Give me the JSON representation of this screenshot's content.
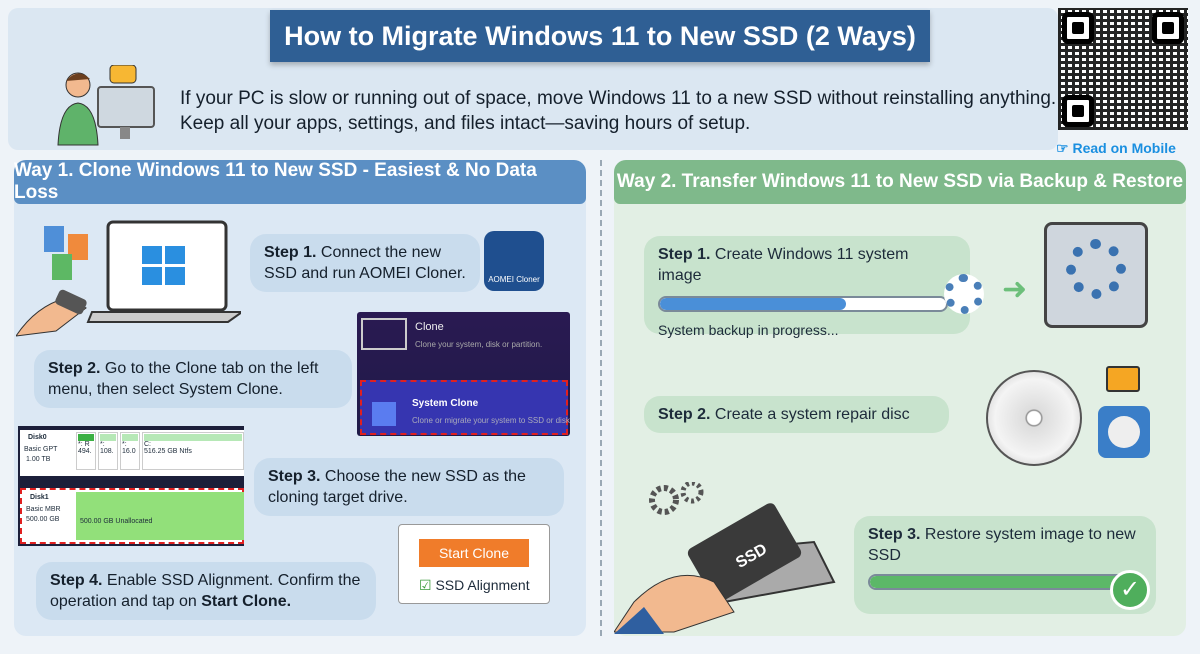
{
  "title": "How to Migrate Windows 11 to New SSD (2 Ways)",
  "intro": [
    "If your PC is slow or running out of space, move Windows 11 to a new SSD without reinstalling anything.",
    "Keep all your apps, settings, and files intact—saving hours of setup."
  ],
  "read_on_mobile": "Read on Mobile",
  "way1": {
    "header": "Way 1. Clone Windows 11 to New SSD - Easiest & No Data Loss",
    "step1": {
      "label": "Step 1.",
      "text": "Connect the new SSD and run AOMEI Cloner."
    },
    "app_icon_label": "AOMEI Cloner",
    "step2": {
      "label": "Step 2.",
      "text": "Go to the Clone tab on the left menu, then select System Clone."
    },
    "clone_menu": {
      "clone_title": "Clone",
      "clone_desc": "Clone your system, disk or partition.",
      "sys_title": "System Clone",
      "sys_desc": "Clone or migrate your system to SSD or disk"
    },
    "step3": {
      "label": "Step 3.",
      "text": "Choose the new SSD as the cloning target drive."
    },
    "disks": {
      "disk0": {
        "name": "Disk0",
        "type": "Basic GPT",
        "size": "1.00 TB",
        "parts": [
          {
            "l": "*: R",
            "s": "494."
          },
          {
            "l": "*:",
            "s": "108."
          },
          {
            "l": "*:",
            "s": "16.0"
          },
          {
            "l": "C:",
            "s": "516.25 GB Ntfs"
          }
        ]
      },
      "disk1": {
        "name": "Disk1",
        "type": "Basic MBR",
        "size": "500.00 GB",
        "part": "500.00 GB Unallocated"
      }
    },
    "step4": {
      "label": "Step 4.",
      "text": "Enable SSD Alignment. Confirm the operation and tap on",
      "bold": "Start Clone."
    },
    "start_clone": "Start Clone",
    "ssd_alignment": "SSD Alignment"
  },
  "way2": {
    "header": "Way 2. Transfer Windows 11 to New SSD via Backup & Restore",
    "step1": {
      "label": "Step 1.",
      "text": "Create Windows 11 system image"
    },
    "backup_status": "System backup in progress...",
    "backup_progress": 0.65,
    "step2": {
      "label": "Step 2.",
      "text": "Create a system repair disc"
    },
    "step3": {
      "label": "Step 3.",
      "text": "Restore system image to new SSD"
    },
    "ssd_label": "SSD",
    "restore_progress": 1.0
  },
  "colors": {
    "title": "#2f5f94",
    "way1": "#5b8fc4",
    "way2": "#7fb98b",
    "accent": "#f07c2a",
    "link": "#1a8fe0"
  }
}
